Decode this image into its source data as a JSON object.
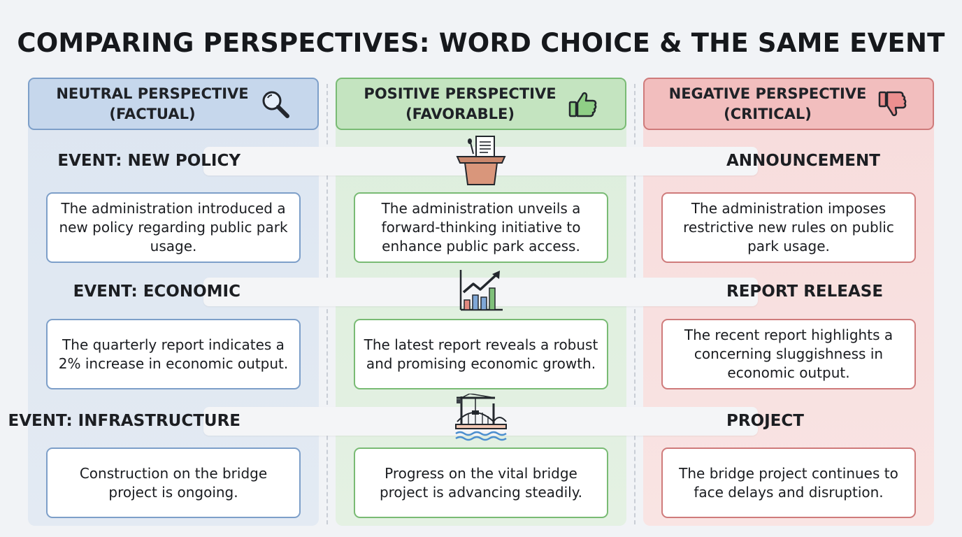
{
  "title": "COMPARING PERSPECTIVES: WORD CHOICE & THE SAME EVENT",
  "columns": [
    {
      "label_line1": "NEUTRAL PERSPECTIVE",
      "label_line2": "(FACTUAL)",
      "icon": "magnifying-glass-icon",
      "accent": "#7d9fc9"
    },
    {
      "label_line1": "POSITIVE PERSPECTIVE",
      "label_line2": "(FAVORABLE)",
      "icon": "thumbs-up-icon",
      "accent": "#79bb74"
    },
    {
      "label_line1": "NEGATIVE PERSPECTIVE",
      "label_line2": "(CRITICAL)",
      "icon": "thumbs-down-icon",
      "accent": "#cf7b7b"
    }
  ],
  "events": [
    {
      "label_left": "EVENT: NEW POLICY",
      "label_right": "ANNOUNCEMENT",
      "icon": "podium-document-icon",
      "neutral": "The administration introduced a new policy regarding public park usage.",
      "positive": "The administration unveils a forward-thinking initiative to enhance public park access.",
      "negative": "The administration imposes restrictive new rules on public park usage."
    },
    {
      "label_left": "EVENT: ECONOMIC",
      "label_right": "REPORT RELEASE",
      "icon": "rising-bar-chart-icon",
      "neutral": "The quarterly report indicates a 2% increase in economic output.",
      "positive": "The latest report reveals a robust and promising economic growth.",
      "negative": "The recent report highlights a concerning sluggishness in economic output."
    },
    {
      "label_left": "EVENT: INFRASTRUCTURE",
      "label_right": "PROJECT",
      "icon": "bridge-crane-icon",
      "neutral": "Construction on the bridge project is ongoing.",
      "positive": "Progress on the vital bridge project is advancing steadily.",
      "negative": "The bridge project continues to face delays and disruption."
    }
  ]
}
